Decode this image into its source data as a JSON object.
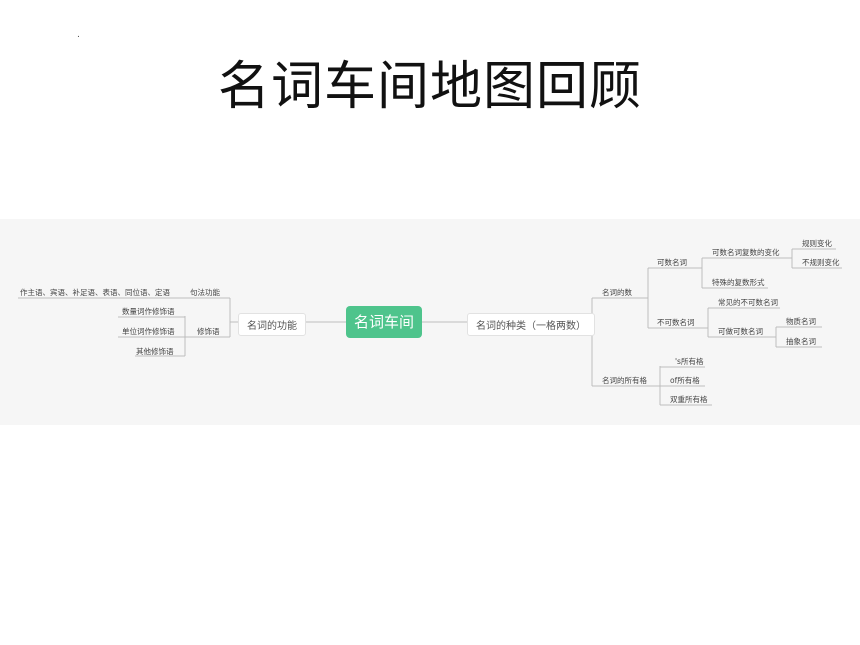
{
  "dot": ".",
  "title": "名词车间地图回顾",
  "mindmap": {
    "root": "名词车间",
    "left": {
      "function": "名词的功能",
      "syntax": "句法功能",
      "syntax_detail": "作主语、宾语、补足语、表语、同位语、定语",
      "modifier": "修饰语",
      "modifier_items": [
        "数量词作修饰语",
        "单位词作修饰语",
        "其他修饰语"
      ]
    },
    "right": {
      "types": "名词的种类（一格两数）",
      "number": "名词的数",
      "countable": "可数名词",
      "plural_change": "可数名词复数的变化",
      "regular": "规则变化",
      "irregular": "不规则变化",
      "special_plural": "特殊的复数形式",
      "uncountable": "不可数名词",
      "common_uncountable": "常见的不可数名词",
      "can_be_countable": "可做可数名词",
      "material": "物质名词",
      "abstract": "抽象名词",
      "possessive": "名词的所有格",
      "possessive_items": [
        "'s所有格",
        "of所有格",
        "双重所有格"
      ]
    }
  }
}
